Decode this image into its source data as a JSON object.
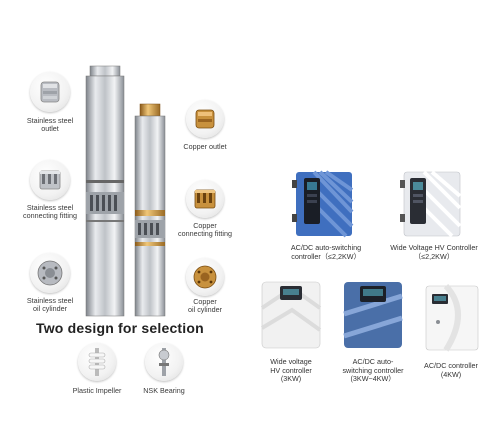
{
  "left_parts": [
    {
      "id": "ss-outlet",
      "label_lines": [
        "Stainless steel",
        "outlet"
      ]
    },
    {
      "id": "ss-connecting",
      "label_lines": [
        "Stainless steel",
        "connecting fitting"
      ]
    },
    {
      "id": "ss-oil",
      "label_lines": [
        "Stainless steel",
        "oil cylinder"
      ]
    }
  ],
  "right_parts": [
    {
      "id": "cu-outlet",
      "label_lines": [
        "Copper outlet"
      ]
    },
    {
      "id": "cu-connecting",
      "label_lines": [
        "Copper",
        "connecting fitting"
      ]
    },
    {
      "id": "cu-oil",
      "label_lines": [
        "Copper",
        "oil cylinder"
      ]
    }
  ],
  "headline": "Two design for selection",
  "bottom_parts": [
    {
      "id": "plastic-impeller",
      "label": "Plastic Impeller"
    },
    {
      "id": "nsk-bearing",
      "label": "NSK Bearing"
    }
  ],
  "controllers": [
    {
      "id": "acdc-2-2",
      "label_lines": [
        "AC/DC auto-switching",
        "controller（≤2,2KW）"
      ],
      "color": "#3f6fbf"
    },
    {
      "id": "hv-2-2",
      "label_lines": [
        "Wide Voltage HV Controller",
        "（≤2,2KW）"
      ],
      "color": "#e8eaee"
    },
    {
      "id": "wide-3",
      "label_lines": [
        "Wide voltage",
        "HV controller",
        "(3KW)"
      ],
      "color": "#eeeeee"
    },
    {
      "id": "acdc-3-4",
      "label_lines": [
        "AC/DC auto-",
        "switching controller",
        "(3KW~4KW）"
      ],
      "color": "#4a6fa8"
    },
    {
      "id": "acdc-4",
      "label_lines": [
        "AC/DC controller",
        "(4KW)"
      ],
      "color": "#f4f4f4"
    }
  ],
  "colors": {
    "steel": "#c9ccd1",
    "brass": "#c8913d",
    "blue": "#3f6fbf"
  }
}
